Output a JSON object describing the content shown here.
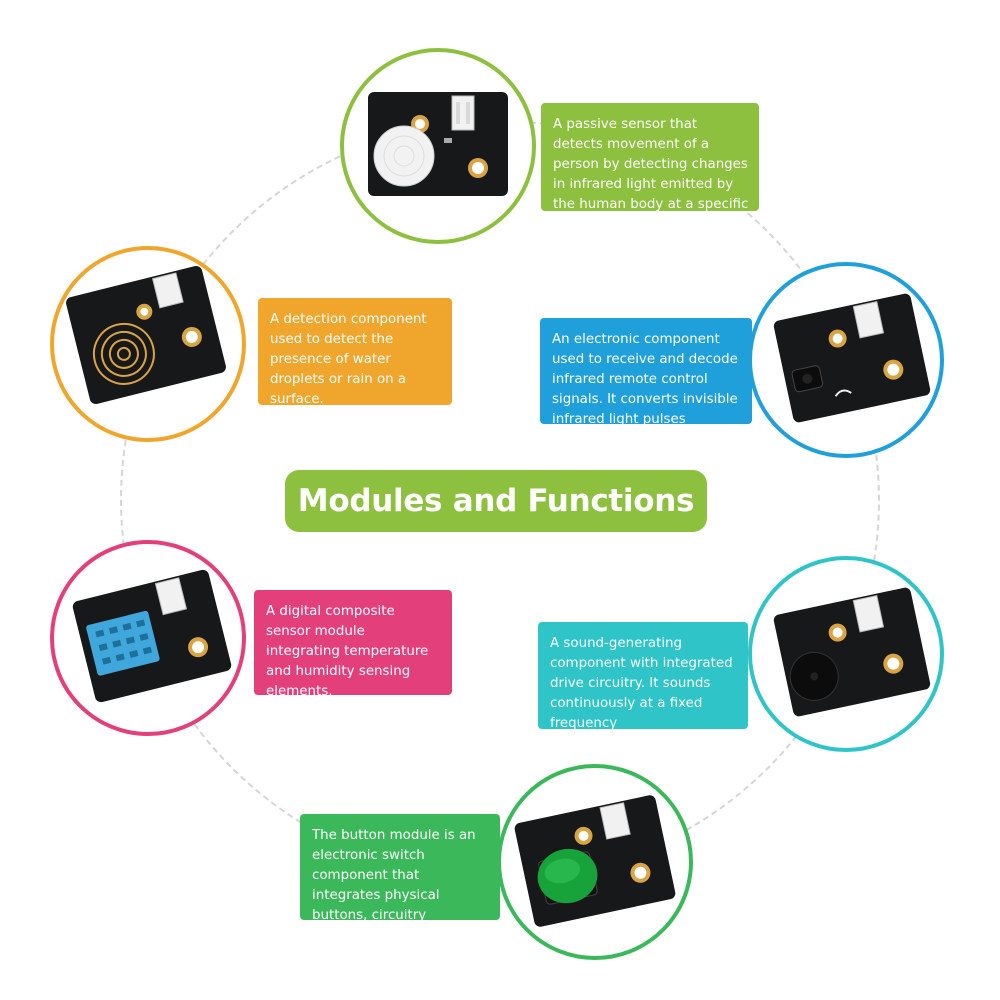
{
  "title": "Modules and Functions",
  "colors": {
    "green": "#8cc03e",
    "blue": "#1fa0da",
    "orange": "#f0a62c",
    "magenta": "#e33f7a",
    "teal": "#2ec4c8",
    "bright_green": "#3bb85a",
    "board": "#17181a"
  },
  "modules": [
    {
      "id": "pir-motion",
      "icon": "pir-sensor-module-icon",
      "description": "A passive sensor that detects movement of a person by detecting changes in infrared light emitted by the human body at a specific"
    },
    {
      "id": "ir-receiver",
      "icon": "ir-receiver-module-icon",
      "description": "An electronic component used to receive and decode infrared remote control signals. It converts invisible infrared light pulses"
    },
    {
      "id": "rain-sensor",
      "icon": "raindrop-sensor-module-icon",
      "description": "A detection component used to detect the presence of water droplets or rain on a surface."
    },
    {
      "id": "dht11",
      "icon": "temperature-humidity-module-icon",
      "description": "A digital composite sensor module integrating temperature and humidity sensing elements."
    },
    {
      "id": "buzzer",
      "icon": "buzzer-module-icon",
      "description": "A sound-generating component with integrated drive circuitry. It sounds continuously at a fixed frequency"
    },
    {
      "id": "button",
      "icon": "button-module-icon",
      "description": "The button module is an electronic switch component that integrates physical buttons, circuitry"
    }
  ]
}
